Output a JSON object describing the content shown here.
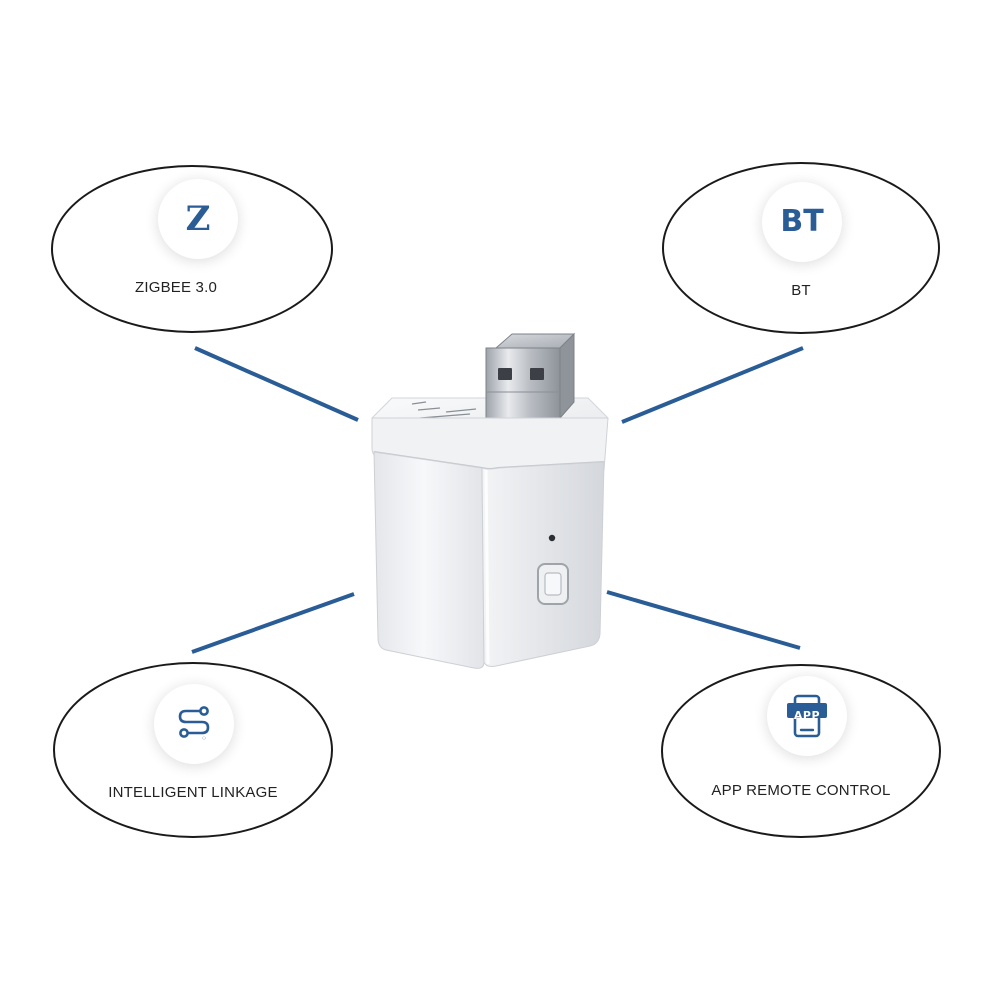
{
  "features": {
    "zigbee": {
      "label": "ZIGBEE 3.0",
      "icon_text": "Z",
      "icon": "zigbee-icon"
    },
    "bt": {
      "label": "BT",
      "icon_text": "BT",
      "icon": "bluetooth-icon"
    },
    "linkage": {
      "label": "INTELLIGENT LINKAGE",
      "icon": "linkage-sliders-icon"
    },
    "app": {
      "label": "APP REMOTE CONTROL",
      "icon_text": "APP",
      "icon": "phone-app-icon"
    }
  },
  "colors": {
    "accent": "#2a5d96",
    "connector": "#2a5d96",
    "outline": "#1a1a1a",
    "background": "#ffffff"
  }
}
